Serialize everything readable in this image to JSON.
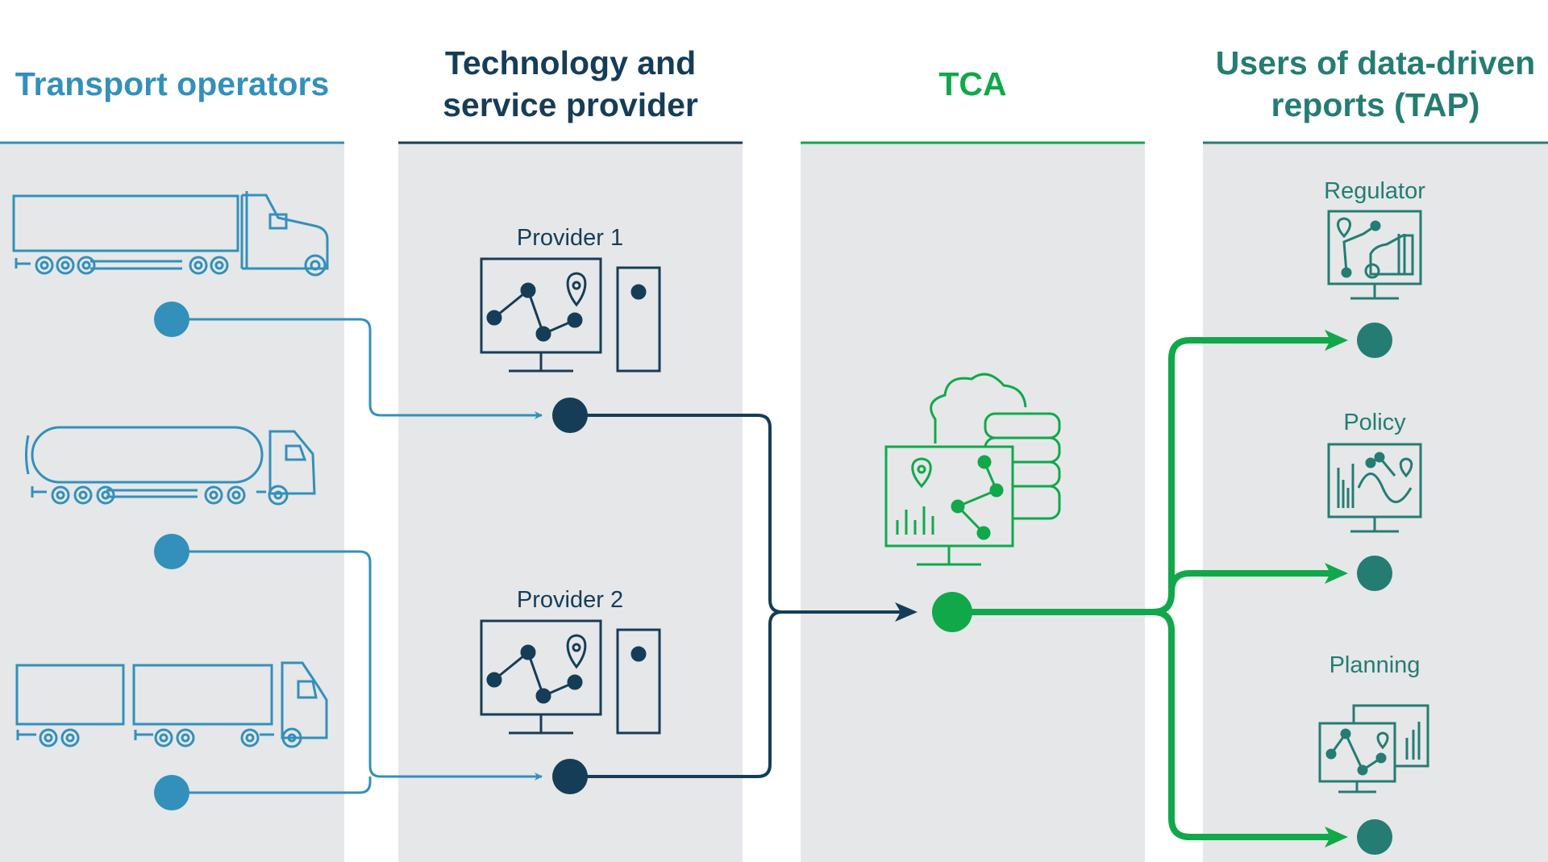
{
  "columns": [
    {
      "title": "Transport operators",
      "color": "#3390ba"
    },
    {
      "title": "Technology and service provider",
      "color": "#163d57"
    },
    {
      "title": "TCA",
      "color": "#11a84a"
    },
    {
      "title": "Users of data-driven reports (TAP)",
      "color": "#257c72"
    }
  ],
  "providers": [
    "Provider 1",
    "Provider 2"
  ],
  "users": [
    "Regulator",
    "Policy",
    "Planning"
  ],
  "colors": {
    "panel": "#e5e7e9",
    "operator": "#3390ba",
    "provider": "#163d57",
    "tca": "#11a84a",
    "user": "#257c72"
  }
}
